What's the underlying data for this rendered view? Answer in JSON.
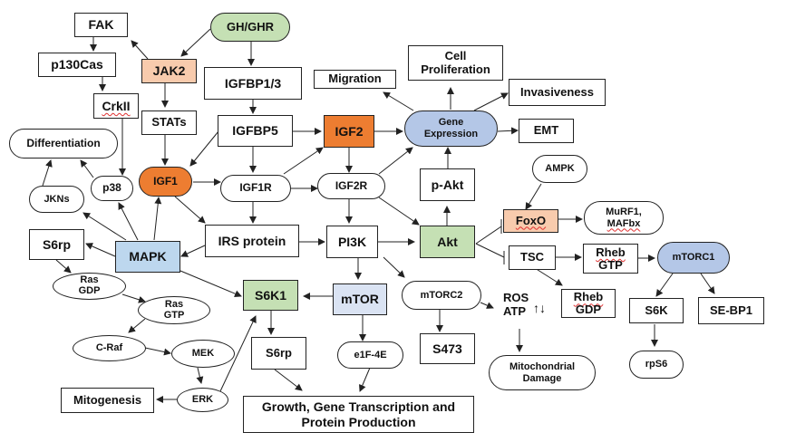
{
  "diagram": {
    "nodes": {
      "gh_ghr": "GH/GHR",
      "fak": "FAK",
      "jak2": "JAK2",
      "p130cas": "p130Cas",
      "crkii": "CrkII",
      "stats": "STATs",
      "igfbp13": "IGFBP1/3",
      "igfbp5": "IGFBP5",
      "igf2": "IGF2",
      "igf1": "IGF1",
      "igf1r": "IGF1R",
      "igf2r": "IGF2R",
      "differentiation": "Differentiation",
      "jkns": "JKNs",
      "p38": "p38",
      "irs_protein": "IRS protein",
      "pi3k": "PI3K",
      "akt": "Akt",
      "p_akt": "p-Akt",
      "gene_expression_l1": "Gene",
      "gene_expression_l2": "Expression",
      "migration": "Migration",
      "cell_prolif_l1": "Cell",
      "cell_prolif_l2": "Proliferation",
      "invasiveness": "Invasiveness",
      "emt": "EMT",
      "ampk": "AMPK",
      "foxo": "FoxO",
      "murf1_l1": "MuRF1,",
      "murf1_l2": "MAFbx",
      "tsc": "TSC",
      "rheb_gtp_l1": "Rheb",
      "rheb_gtp_l2": "GTP",
      "mtorc1": "mTORC1",
      "rheb_gdp_l1": "Rheb",
      "rheb_gdp_l2": "GDP",
      "s6k": "S6K",
      "se_bp1": "SE-BP1",
      "rps6": "rpS6",
      "s6rp_left": "S6rp",
      "mapk": "MAPK",
      "ras_gdp_l1": "Ras",
      "ras_gdp_l2": "GDP",
      "ras_gtp_l1": "Ras",
      "ras_gtp_l2": "GTP",
      "c_raf": "C-Raf",
      "mek": "MEK",
      "erk": "ERK",
      "mitogenesis": "Mitogenesis",
      "s6k1": "S6K1",
      "mtor": "mTOR",
      "mtorc2": "mTORC2",
      "s6rp_bottom": "S6rp",
      "e1f4e": "e1F-4E",
      "s473": "S473",
      "ros": "ROS",
      "atp": "ATP",
      "ros_atp_arrows": "↑↓",
      "mito_l1": "Mitochondrial",
      "mito_l2": "Damage",
      "growth_l1": "Growth, Gene Transcription and",
      "growth_l2": "Protein Production"
    },
    "colors": {
      "igf": "#ed7d31",
      "jak2_foxo": "#f8cbad",
      "akt_s6k1_gh": "#c5e0b4",
      "mapk": "#bdd7ee",
      "mtor": "#dae3f3",
      "gene_expression_mtorc1": "#b4c7e7"
    }
  }
}
